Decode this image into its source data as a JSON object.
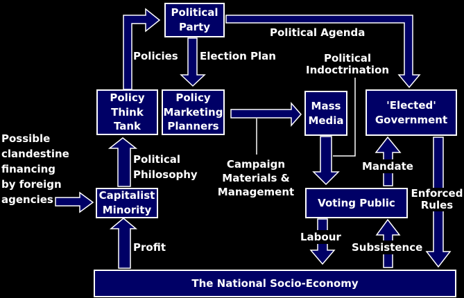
{
  "diagram_title": "Political system / national socio-economy flow diagram",
  "colors": {
    "background": "#000000",
    "box_fill": "#000066",
    "box_border": "#ffffff",
    "arrow_fill": "#000066",
    "arrow_outline": "#ffffff",
    "text": "#ffffff"
  },
  "boxes": {
    "political_party": "Political\nParty",
    "policy_think_tank": "Policy\nThink\nTank",
    "policy_marketing_planners": "Policy\nMarketing\nPlanners",
    "mass_media": "Mass\nMedia",
    "elected_government": "'Elected'\nGovernment",
    "capitalist_minority": "Capitalist\nMinority",
    "voting_public": "Voting Public",
    "national_socio_economy": "The National Socio-Economy"
  },
  "labels": {
    "policies": "Policies",
    "election_plan": "Election Plan",
    "political_agenda": "Political Agenda",
    "political_indoctrination": "Political\nIndoctrination",
    "campaign_materials": "Campaign\nMaterials &\nManagement",
    "political_philosophy": "Political\nPhilosophy",
    "profit": "Profit",
    "mandate": "Mandate",
    "labour": "Labour",
    "subsistence": "Subsistence",
    "enforced_rules": "Enforced\nRules",
    "clandestine_financing": "Possible\nclandestine\nfinancing\nby foreign\nagencies"
  },
  "edges": [
    {
      "from": "Policy Think Tank",
      "to": "Political Party",
      "label": "Policies"
    },
    {
      "from": "Political Party",
      "to": "Policy Marketing Planners",
      "label": "Election Plan"
    },
    {
      "from": "Political Party",
      "to": "'Elected' Government",
      "label": "Political Agenda"
    },
    {
      "from": "Policy Marketing Planners",
      "to": "Mass Media",
      "label": "Campaign Materials & Management"
    },
    {
      "from": "Mass Media",
      "to": "Voting Public",
      "label": "Political Indoctrination"
    },
    {
      "from": "Voting Public",
      "to": "'Elected' Government",
      "label": "Mandate"
    },
    {
      "from": "'Elected' Government",
      "to": "The National Socio-Economy",
      "label": "Enforced Rules"
    },
    {
      "from": "Voting Public",
      "to": "The National Socio-Economy",
      "label": "Labour"
    },
    {
      "from": "The National Socio-Economy",
      "to": "Voting Public",
      "label": "Subsistence"
    },
    {
      "from": "The National Socio-Economy",
      "to": "Capitalist Minority",
      "label": "Profit"
    },
    {
      "from": "Capitalist Minority",
      "to": "Policy Think Tank",
      "label": "Political Philosophy"
    },
    {
      "from": "Foreign agencies",
      "to": "Capitalist Minority",
      "label": "Possible clandestine financing by foreign agencies"
    }
  ]
}
